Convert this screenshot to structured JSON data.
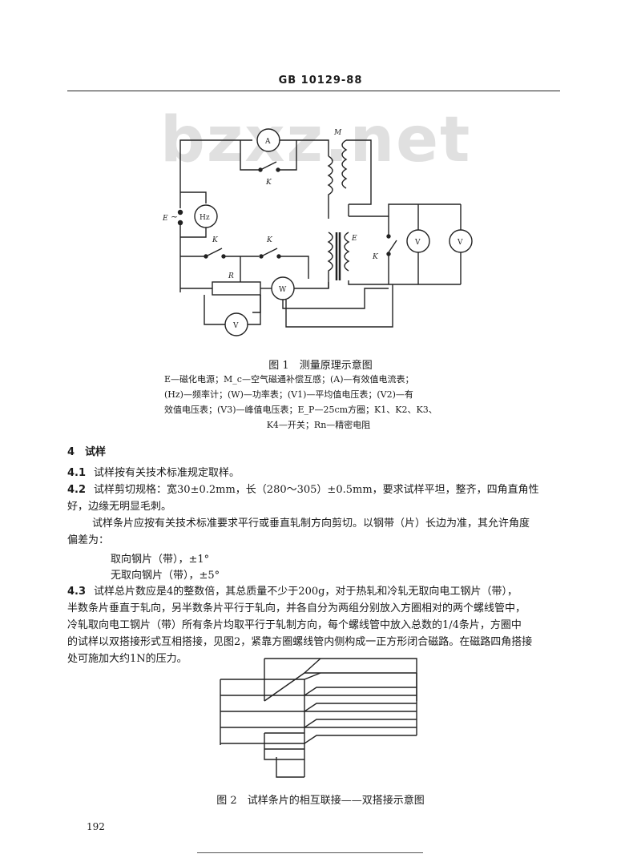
{
  "header": {
    "standard_number": "GB 10129-88"
  },
  "watermark": {
    "text": "bzxz.net"
  },
  "figure1": {
    "caption": "图 1　测量原理示意图",
    "labels": {
      "ammeter": "A",
      "mutual_inductor": "M",
      "switch_k2": "K",
      "source": "E",
      "frequency": "Hz",
      "switch_k4": "K",
      "switch_k3": "K",
      "resistor": "R",
      "wattmeter": "W",
      "voltmeter_v3": "V",
      "voltmeter_v1": "V",
      "voltmeter_v2": "V",
      "ep": "E",
      "switch_k1": "K"
    },
    "legend": [
      "E—磁化电源；M_c—空气磁通补偿互感；(A)—有效值电流表；",
      "(Hz)—频率计；(W)—功率表；(V1)—平均值电压表；(V2)—有",
      "效值电压表；(V3)—峰值电压表；E_P—25cm方圈；K1、K2、K3、",
      "K4—开关；Rn—精密电阻"
    ]
  },
  "section4": {
    "heading": "4　试样",
    "p41_num": "4.1",
    "p41": "试样按有关技术标准规定取样。",
    "p42_num": "4.2",
    "p42_line1": "试样剪切规格：宽30±0.2mm，长（280～305）±0.5mm，要求试样平坦，整齐，四角直角性",
    "p42_line2": "好，边缘无明显毛刺。",
    "p42b_line1": "试样条片应按有关技术标准要求平行或垂直轧制方向剪切。以钢带（片）长边为准，其允许角度",
    "p42b_line2": "偏差为：",
    "tol1": "取向钢片（带），±1°",
    "tol2": "无取向钢片（带），±5°",
    "p43_num": "4.3",
    "p43_line1": "试样总片数应是4的整数倍，其总质量不少于200g，对于热轧和冷轧无取向电工钢片（带），",
    "p43_line2": "半数条片垂直于轧向，另半数条片平行于轧向，并各自分为两组分别放入方圈相对的两个螺线管中，",
    "p43_line3": "冷轧取向电工钢片（带）所有条片均取平行于轧制方向，每个螺线管中放入总数的1/4条片，方圈中",
    "p43_line4": "的试样以双搭接形式互相搭接，见图2，紧靠方圈螺线管内侧构成一正方形闭合磁路。在磁路四角搭接",
    "p43_line5": "处可施加大约1N的压力。"
  },
  "figure2": {
    "caption": "图 2　试样条片的相互联接——双搭接示意图"
  },
  "page_number": "192"
}
